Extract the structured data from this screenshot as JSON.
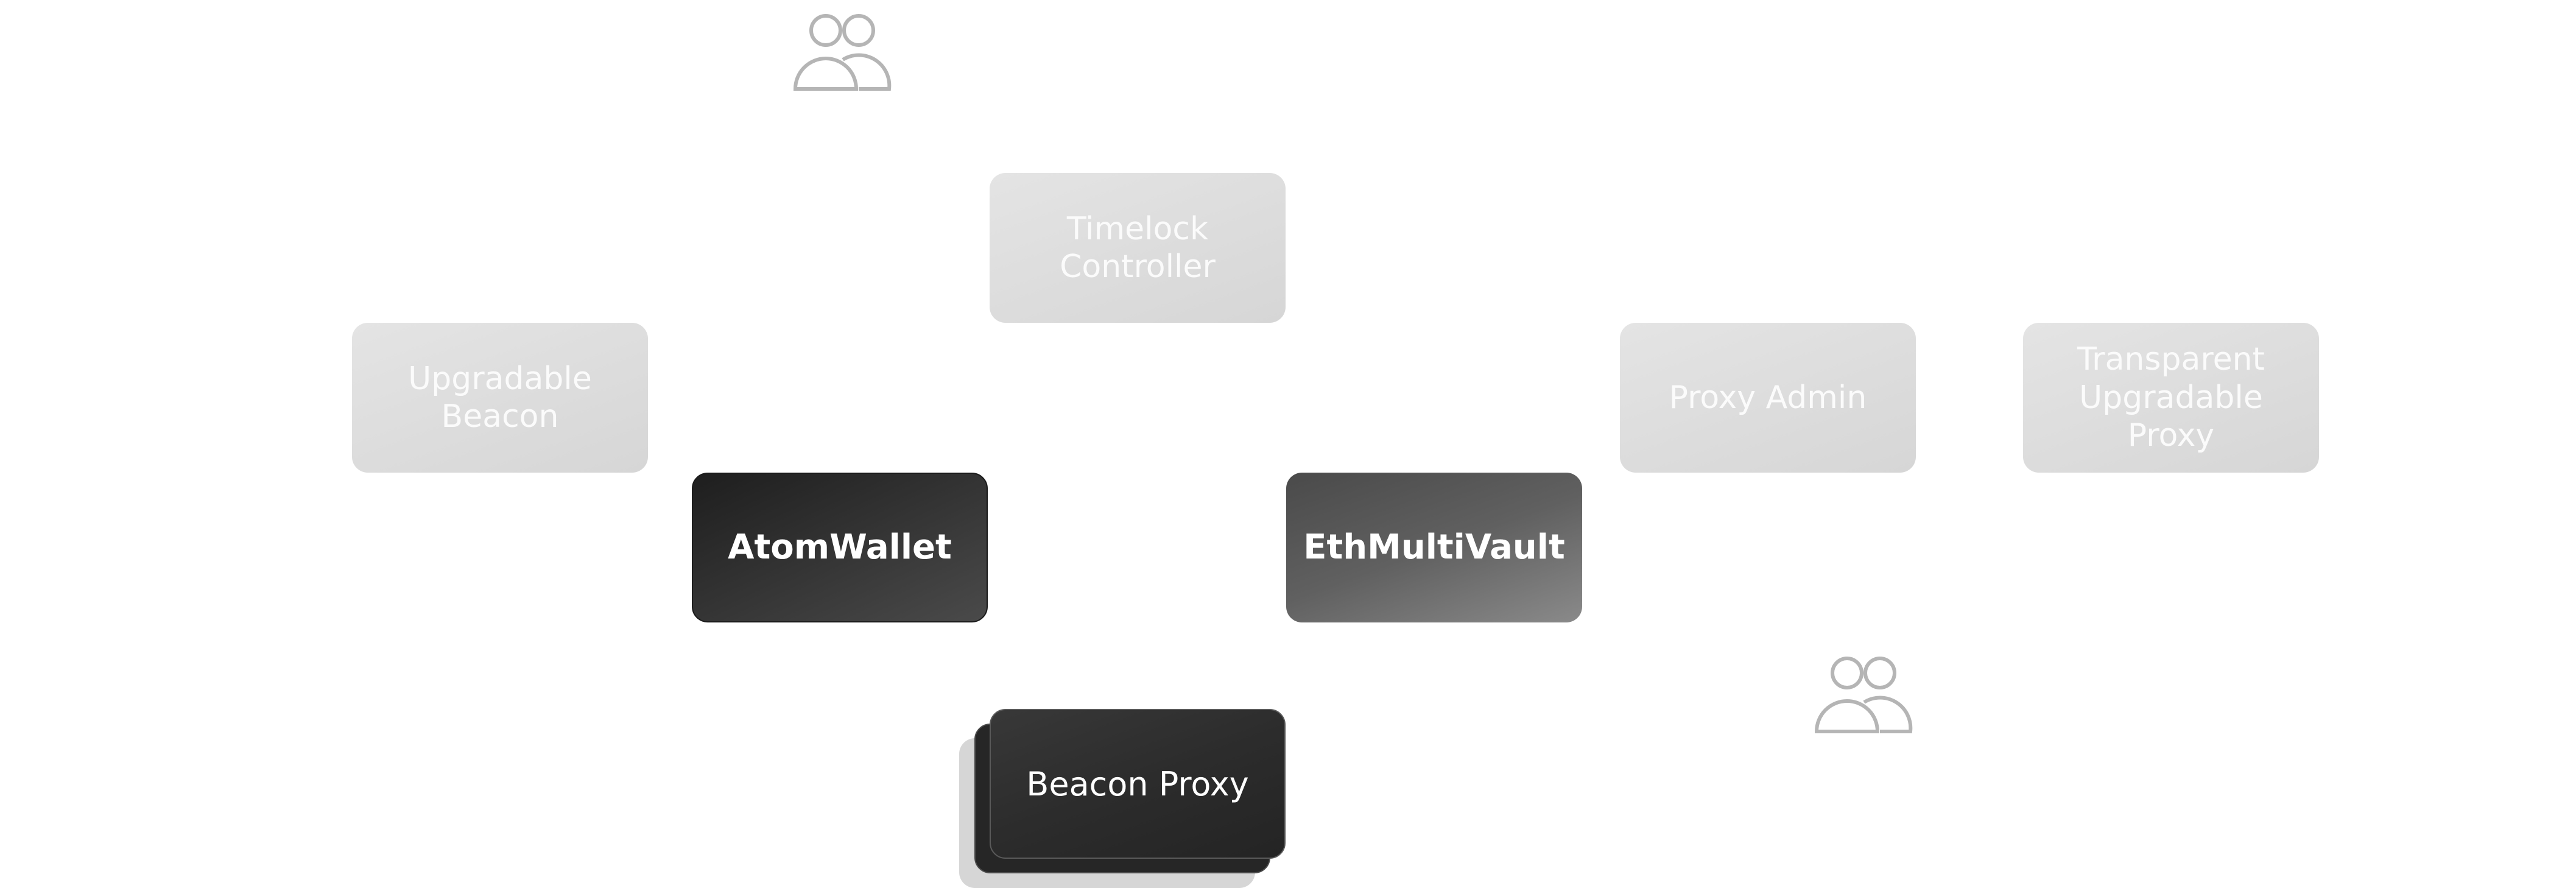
{
  "diagram": {
    "nodes": {
      "timelock_controller": "Timelock\nController",
      "upgradable_beacon": "Upgradable\nBeacon",
      "proxy_admin": "Proxy Admin",
      "transparent_upgradable_proxy": "Transparent\nUpgradable\nProxy",
      "atom_wallet": "AtomWallet",
      "eth_multi_vault": "EthMultiVault",
      "beacon_proxy": "Beacon Proxy"
    },
    "icons": {
      "top_group": "users-icon",
      "bottom_group": "users-icon"
    },
    "colors": {
      "light_node": "#dcdcdc",
      "dark_node": "#2a2a2a",
      "mid_node": "#6a6a6a",
      "icon_stroke": "#b5b5b5"
    }
  }
}
